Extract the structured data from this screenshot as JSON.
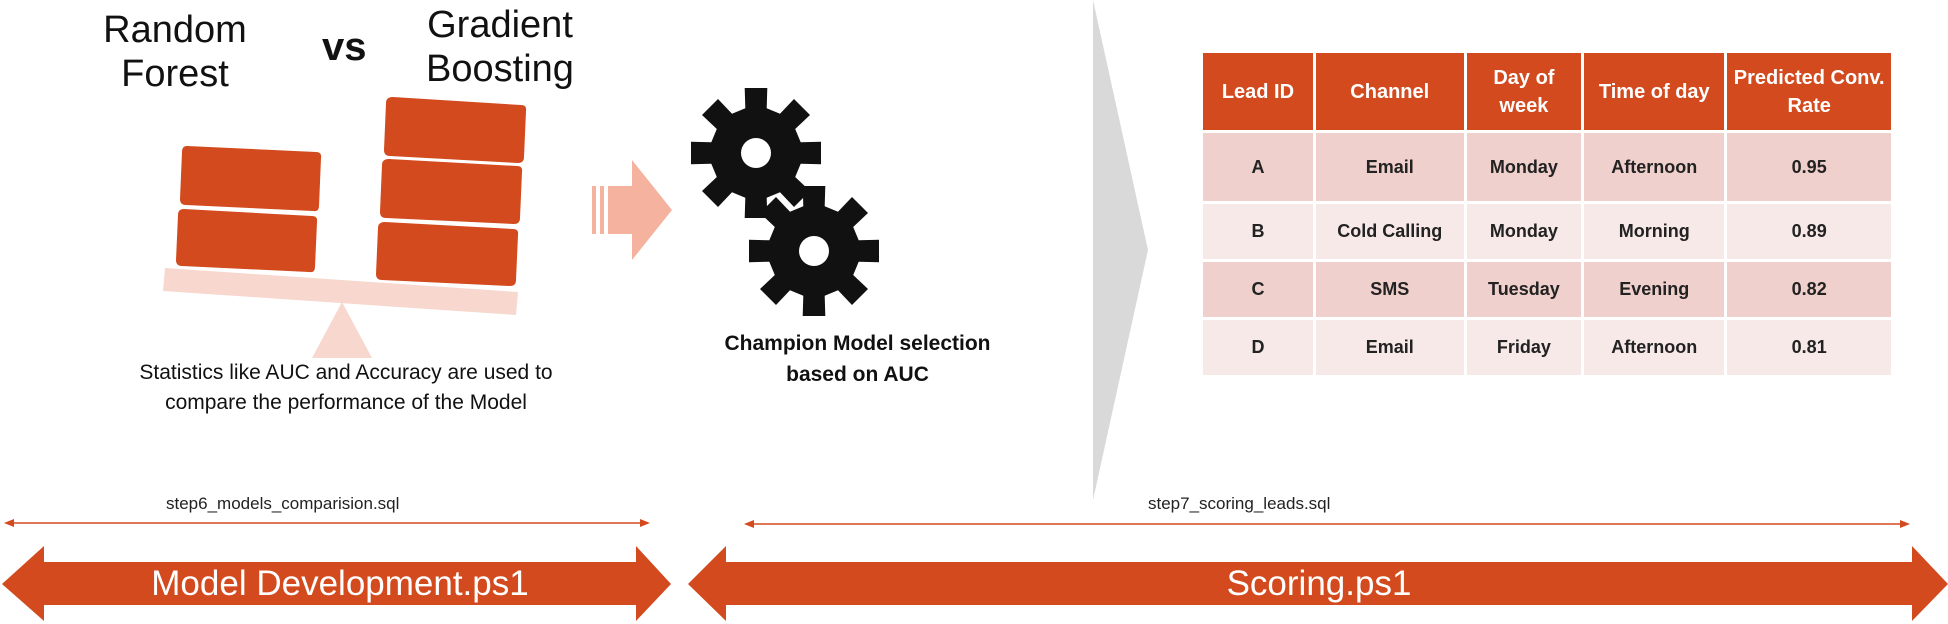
{
  "left_panel": {
    "model_a": "Random Forest",
    "vs": "vs",
    "model_b": "Gradient Boosting",
    "caption": "Statistics like AUC and Accuracy are used to compare the performance of the Model"
  },
  "middle_panel": {
    "caption": "Champion Model selection based on AUC"
  },
  "table": {
    "headers": [
      "Lead ID",
      "Channel",
      "Day of week",
      "Time of day",
      "Predicted Conv. Rate"
    ],
    "rows": [
      [
        "A",
        "Email",
        "Monday",
        "Afternoon",
        "0.95"
      ],
      [
        "B",
        "Cold Calling",
        "Monday",
        "Morning",
        "0.89"
      ],
      [
        "C",
        "SMS",
        "Tuesday",
        "Evening",
        "0.82"
      ],
      [
        "D",
        "Email",
        "Friday",
        "Afternoon",
        "0.81"
      ]
    ]
  },
  "steps": {
    "step6": "step6_models_comparision.sql",
    "step7": "step7_scoring_leads.sql"
  },
  "banners": {
    "left": "Model Development.ps1",
    "right": "Scoring.ps1"
  },
  "colors": {
    "accent": "#d24a1d",
    "accent_light": "#f5b39f",
    "beam": "#f8d7cf",
    "divider": "#d9d9d9"
  }
}
